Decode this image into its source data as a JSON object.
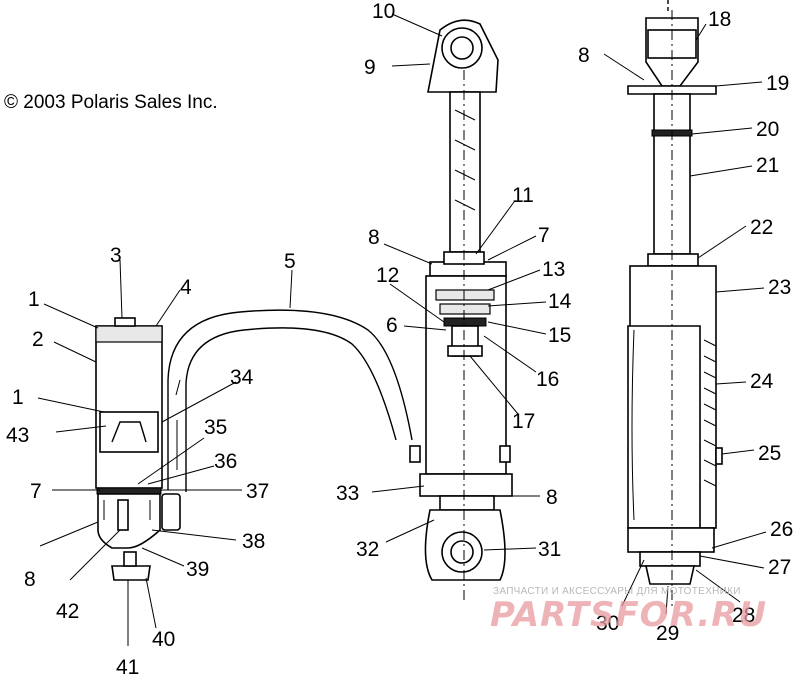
{
  "copyright": "© 2003 Polaris Sales Inc.",
  "watermark": {
    "top_line": "ЗАПЧАСТИ И АКСЕССУАРЫ ДЛЯ МОТОТЕХНИКИ",
    "brand": "PARTSFOR.RU"
  },
  "callouts": [
    "1",
    "2",
    "3",
    "4",
    "1",
    "43",
    "5",
    "34",
    "35",
    "36",
    "7",
    "37",
    "8",
    "38",
    "39",
    "42",
    "40",
    "41",
    "10",
    "9",
    "8",
    "11",
    "12",
    "7",
    "13",
    "14",
    "6",
    "15",
    "16",
    "17",
    "33",
    "8",
    "32",
    "31",
    "18",
    "8",
    "19",
    "20",
    "21",
    "22",
    "23",
    "24",
    "25",
    "26",
    "27",
    "28",
    "29",
    "30"
  ]
}
